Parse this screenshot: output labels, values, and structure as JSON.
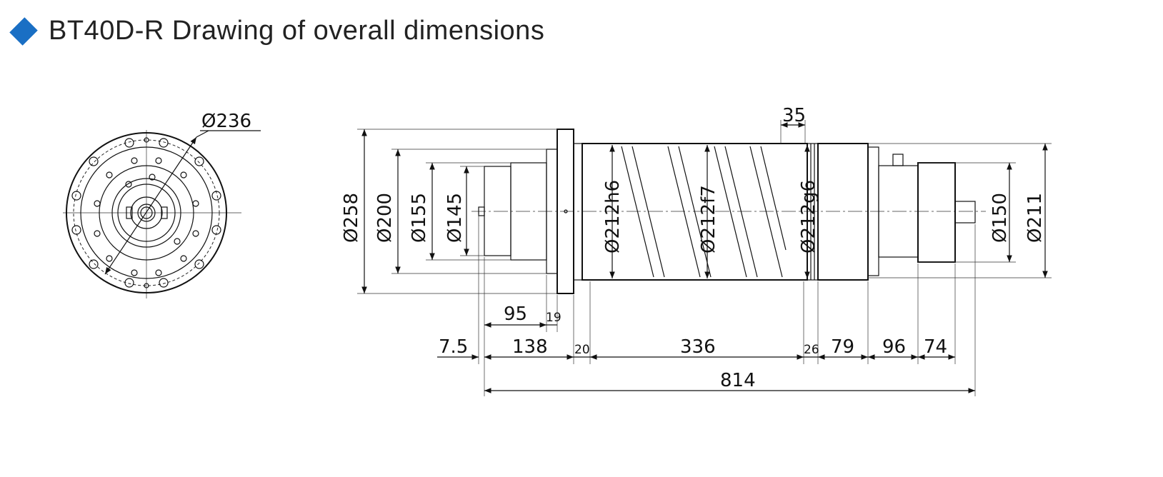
{
  "header": {
    "title": "BT40D-R Drawing of overall dimensions",
    "accent_color": "#1a6fc4"
  },
  "front_view": {
    "diameter_label": "Ø236"
  },
  "side_view": {
    "diameters": {
      "d258": "Ø258",
      "d200": "Ø200",
      "d155": "Ø155",
      "d145": "Ø145",
      "d212h6": "Ø212h6",
      "d212f7": "Ø212f7",
      "d212g6": "Ø212g6",
      "d150": "Ø150",
      "d211": "Ø211"
    },
    "lengths": {
      "l35": "35",
      "l95": "95",
      "l19": "19",
      "l7_5": "7.5",
      "l138": "138",
      "l20": "20",
      "l336": "336",
      "l26": "26",
      "l79": "79",
      "l96": "96",
      "l74": "74",
      "l814": "814"
    }
  }
}
